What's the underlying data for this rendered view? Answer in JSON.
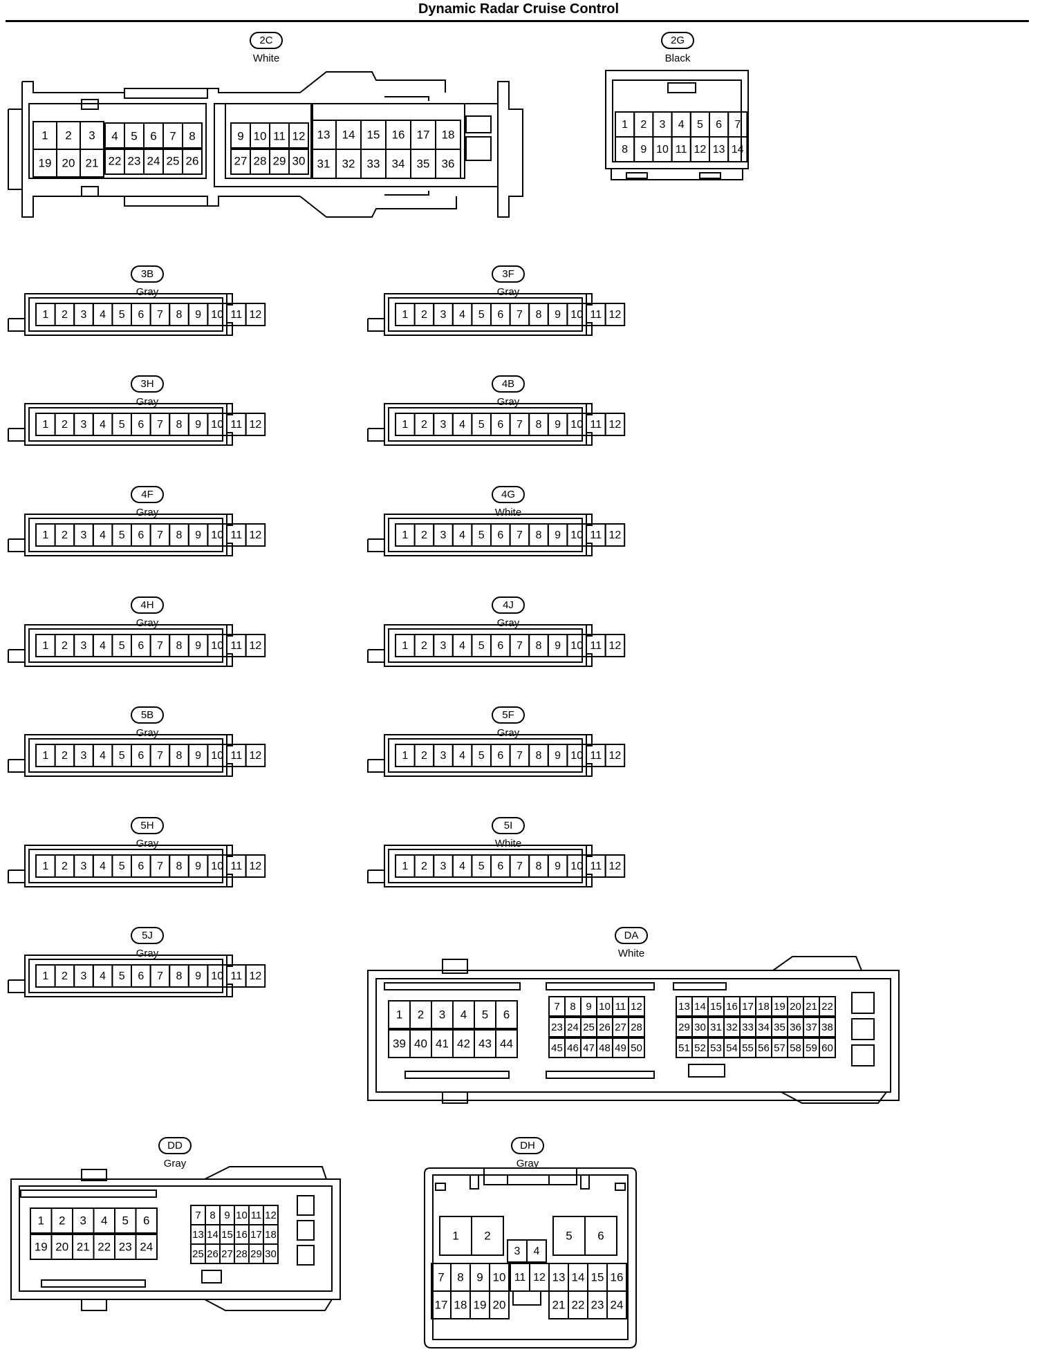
{
  "title": "Dynamic Radar Cruise Control",
  "connectors": {
    "c2C": {
      "id": "2C",
      "color": "White"
    },
    "c2G": {
      "id": "2G",
      "color": "Black"
    },
    "c3B": {
      "id": "3B",
      "color": "Gray"
    },
    "c3F": {
      "id": "3F",
      "color": "Gray"
    },
    "c3H": {
      "id": "3H",
      "color": "Gray"
    },
    "c4B": {
      "id": "4B",
      "color": "Gray"
    },
    "c4F": {
      "id": "4F",
      "color": "Gray"
    },
    "c4G": {
      "id": "4G",
      "color": "White"
    },
    "c4H": {
      "id": "4H",
      "color": "Gray"
    },
    "c4J": {
      "id": "4J",
      "color": "Gray"
    },
    "c5B": {
      "id": "5B",
      "color": "Gray"
    },
    "c5F": {
      "id": "5F",
      "color": "Gray"
    },
    "c5H": {
      "id": "5H",
      "color": "Gray"
    },
    "c5I": {
      "id": "5I",
      "color": "White"
    },
    "c5J": {
      "id": "5J",
      "color": "Gray"
    },
    "cDA": {
      "id": "DA",
      "color": "White"
    },
    "cDD": {
      "id": "DD",
      "color": "Gray"
    },
    "cDH": {
      "id": "DH",
      "color": "Gray"
    }
  }
}
